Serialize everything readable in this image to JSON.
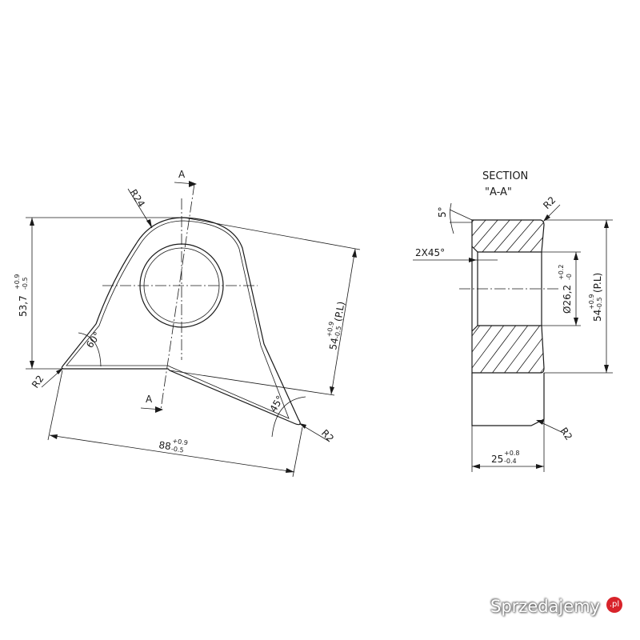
{
  "left_view": {
    "cut_label_top": "A",
    "cut_label_bottom": "A",
    "radius_top": "R24",
    "radius_left": "R2",
    "radius_right": "R2",
    "angle_left": "60°",
    "angle_right": "45°",
    "height_dim": {
      "main": "53,7",
      "upper": "+0.9",
      "lower": "-0.5"
    },
    "slant_height_dim": {
      "main": "54",
      "upper": "+0.9",
      "lower": "-0.5",
      "suffix": "(P.L)"
    },
    "length_dim": {
      "main": "88",
      "upper": "+0.9",
      "lower": "-0.5"
    }
  },
  "section_view": {
    "title_line1": "SECTION",
    "title_line2": "\"A-A\"",
    "angle": "5°",
    "radius_top": "R2",
    "radius_bottom": "R2",
    "chamfer": "2X45°",
    "bore_dim": {
      "main": "Ø26,2",
      "upper": "+0.2",
      "lower": "-0"
    },
    "height_dim": {
      "main": "54",
      "upper": "+0.9",
      "lower": "-0.5",
      "suffix": "(P.L)"
    },
    "width_dim": {
      "main": "25",
      "upper": "+0.8",
      "lower": "-0.4"
    }
  },
  "watermark": {
    "text": "Sprzedajemy",
    "badge": ".pl"
  }
}
